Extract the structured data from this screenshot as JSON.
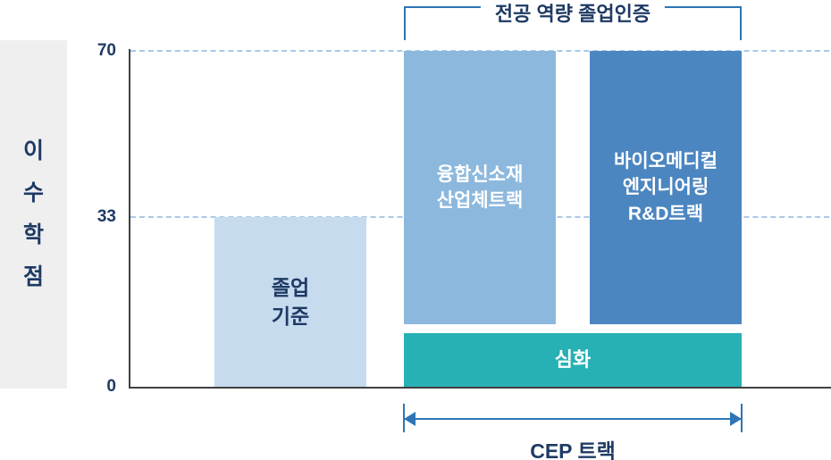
{
  "chart_data": {
    "type": "bar",
    "title": "",
    "ylabel": "이수학점",
    "xlabel": "",
    "ylim": [
      0,
      70
    ],
    "y_ticks": [
      0,
      33,
      70
    ],
    "grid": "horizontal dashed lines at y=33 and y=70",
    "legend_position": "none",
    "bars": [
      {
        "name": "졸업 기준",
        "from": 0,
        "to": 33,
        "color": "#c6dbee"
      },
      {
        "name": "융합신소재 산업체트랙",
        "from": 12,
        "to": 70,
        "color": "#8db8dd"
      },
      {
        "name": "바이오메디컬 엔지니어링 R&D트랙",
        "from": 12,
        "to": 70,
        "color": "#4c86c0"
      },
      {
        "name": "심화",
        "from": 0,
        "to": 10,
        "color": "#27b1b4",
        "note": "single wide bar spanning beneath both CEP track bars"
      }
    ],
    "annotations": [
      {
        "text": "전공 역량 졸업인증",
        "position": "bracket above the two track bars"
      },
      {
        "text": "CEP 트랙",
        "position": "double-headed arrow below the two track bars"
      }
    ]
  },
  "axis": {
    "unit_label": "이수학점",
    "unit_label_chars": [
      "이",
      "수",
      "학",
      "점"
    ],
    "ticks": {
      "t70": "70",
      "t33": "33",
      "t0": "0"
    }
  },
  "bars": {
    "graduation": {
      "lines": [
        "졸업",
        "기준"
      ]
    },
    "track1": {
      "lines": [
        "융합신소재",
        "산업체트랙"
      ]
    },
    "track2": {
      "lines": [
        "바이오메디컬",
        "엔지니어링",
        "R&D트랙"
      ]
    },
    "intensive": {
      "label": "심화"
    }
  },
  "annotations": {
    "top_bracket": "전공 역량 졸업인증",
    "bottom_arrow": "CEP 트랙"
  },
  "colors": {
    "graduation_bar": "#c6dbee",
    "track1_bar": "#8db8dd",
    "track2_bar": "#4c86c0",
    "intensive_bar": "#27b1b4",
    "text_navy": "#1e3a64",
    "bracket_blue": "#2e75b6",
    "gridline_blue": "#a9c9e8",
    "axis_gray": "#404040",
    "unit_label_bg": "#efefef"
  }
}
